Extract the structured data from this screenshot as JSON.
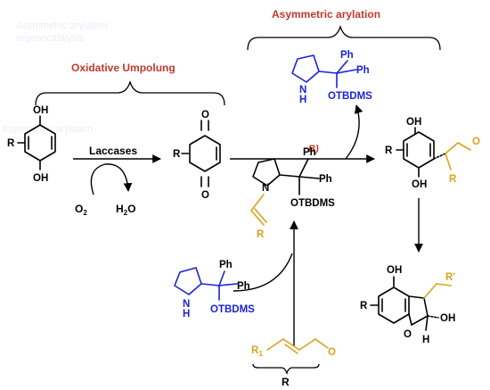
{
  "titles": {
    "oxidative": "Oxidative Umpolung",
    "asymmetric": "Asymmetric arylation"
  },
  "reagents": {
    "enzyme": "Laccases",
    "o2": "O",
    "o2_sub": "2",
    "h2o_h": "H",
    "h2o_sub": "2",
    "h2o_o": "O",
    "step_b": "B)"
  },
  "atoms": {
    "oh": "OH",
    "o": "O",
    "r": "R",
    "r1": "R",
    "r1_sub": "1",
    "r_prime": "R'",
    "h": "H",
    "n": "N",
    "ph": "Ph",
    "otbdms": "OTBDMS"
  },
  "ghost_text": {
    "line1": "Asymmetric arylation",
    "line2": "organocatalysis"
  },
  "colors": {
    "catalyst": "#1a23d6",
    "title": "#c0392b",
    "substrate": "#d9a21b"
  }
}
